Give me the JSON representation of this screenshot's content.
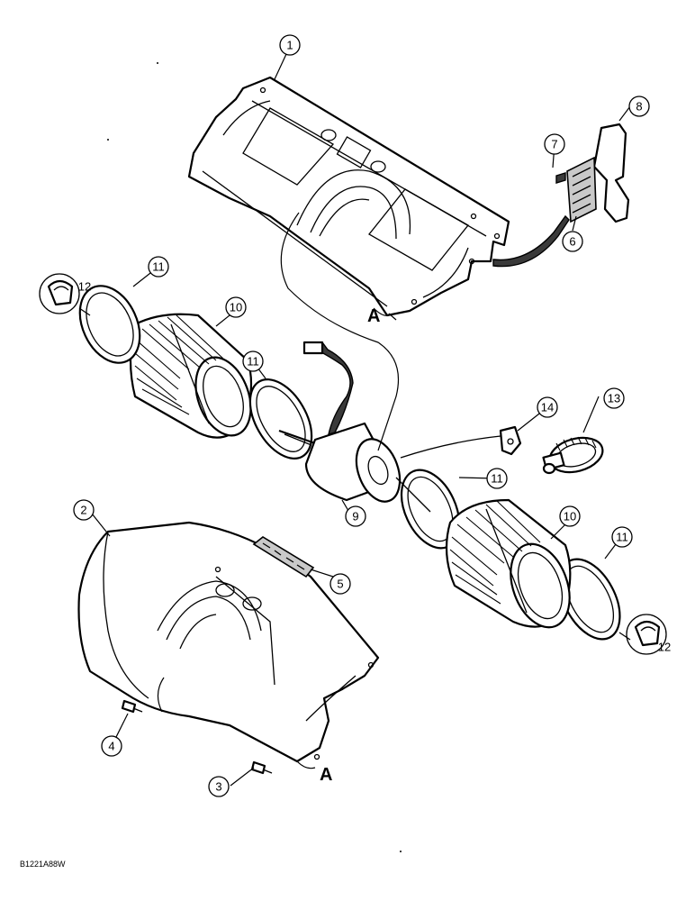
{
  "figure_id": "B1221A88W",
  "reference_marks": [
    "A",
    "A"
  ],
  "callouts": [
    "1",
    "2",
    "3",
    "4",
    "5",
    "6",
    "7",
    "8",
    "9",
    "10",
    "10",
    "11",
    "11",
    "11",
    "11",
    "12",
    "12",
    "13",
    "14"
  ],
  "colors": {
    "line": "#000000",
    "background": "#ffffff",
    "shade": "#c9c9c9"
  }
}
